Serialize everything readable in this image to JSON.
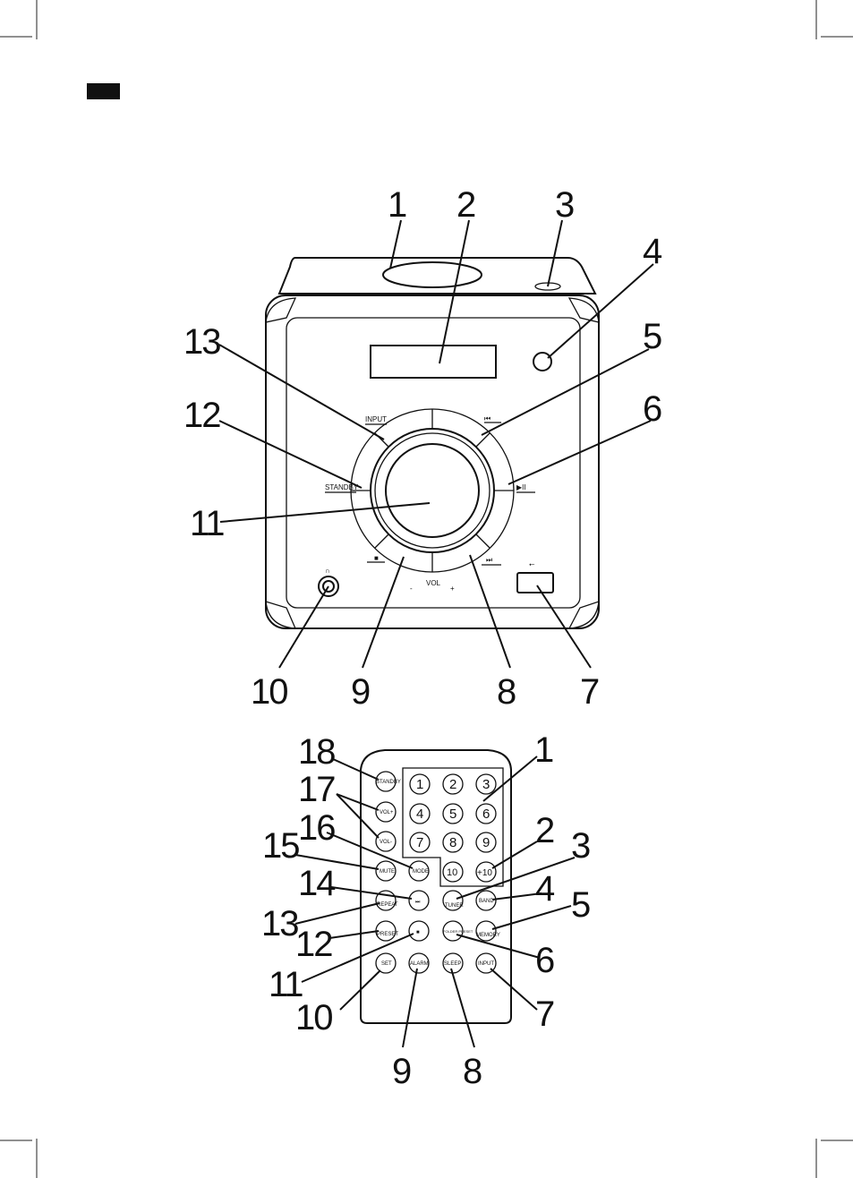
{
  "front_panel": {
    "labels": {
      "input": "INPUT",
      "standby": "STANDBY",
      "prev": "⏮",
      "play_pause": "▶II",
      "stop": "■",
      "next": "⏭",
      "vol": "VOL",
      "vol_minus": "-",
      "vol_plus": "+",
      "headphone": "∩",
      "usb": "⭠"
    },
    "callouts": [
      "1",
      "2",
      "3",
      "4",
      "5",
      "6",
      "7",
      "8",
      "9",
      "10",
      "11",
      "12",
      "13"
    ]
  },
  "remote": {
    "numpad": [
      "1",
      "2",
      "3",
      "4",
      "5",
      "6",
      "7",
      "8",
      "9",
      "10",
      "+10"
    ],
    "buttons": {
      "standby": "STANDBY",
      "vol_up": "VOL+",
      "vol_down": "VOL-",
      "mute": "MUTE",
      "mode": "MODE",
      "play_pause_tuner": "TUNER",
      "band": "BAND",
      "next": "⏭",
      "stop": "■",
      "folder_preset": "FOLDER PRESET",
      "prog_memory": "MEMORY",
      "rds_preset_minus": "PRESET",
      "repeat": "REPEAT",
      "set": "SET",
      "alarm": "ALARM",
      "sleep": "SLEEP",
      "input": "INPUT"
    },
    "callouts": [
      "1",
      "2",
      "3",
      "4",
      "5",
      "6",
      "7",
      "8",
      "9",
      "10",
      "11",
      "12",
      "13",
      "14",
      "15",
      "16",
      "17",
      "18"
    ]
  }
}
